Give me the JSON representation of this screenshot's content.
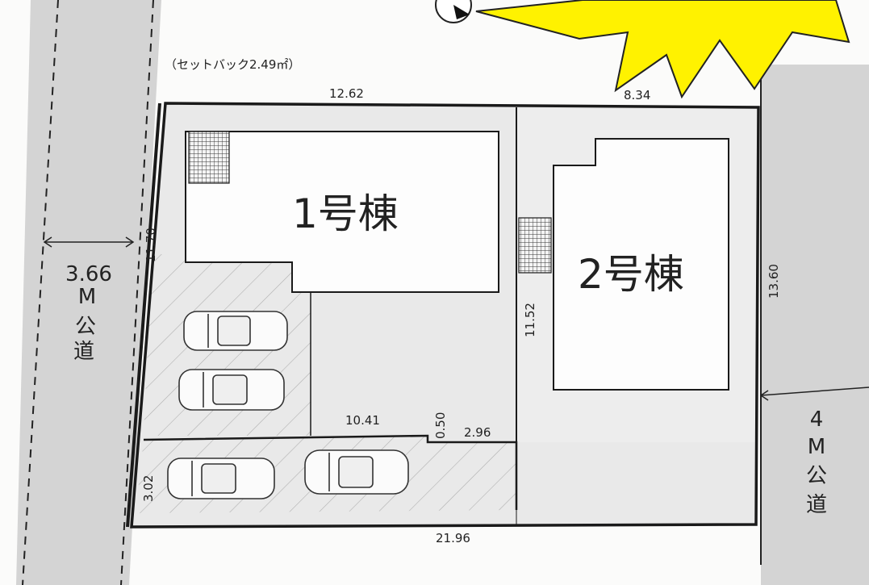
{
  "plan": {
    "setback_note": "（セットバック2.49㎡）",
    "buildings": [
      {
        "label": "1号棟"
      },
      {
        "label": "2号棟"
      }
    ],
    "roads": {
      "west_width": "3.66",
      "west_unit": "M",
      "west_char1": "公",
      "west_char2": "道",
      "east_width": "4",
      "east_unit": "M",
      "east_char1": "公",
      "east_char2": "道"
    },
    "dimensions": {
      "top_lot1": "12.62",
      "top_lot2": "8.34",
      "west_lot1": "11.70",
      "lot2_inner": "11.52",
      "east_lot2": "13.60",
      "inner_10_41": "10.41",
      "inner_0_50": "0.50",
      "inner_2_96": "2.96",
      "bottom": "21.96",
      "parking_height": "3.02"
    }
  },
  "colors": {
    "road": "#d4d4d4",
    "lot": "#e9e9e9",
    "line": "#1a1a1a",
    "starburst": "#fff200"
  }
}
